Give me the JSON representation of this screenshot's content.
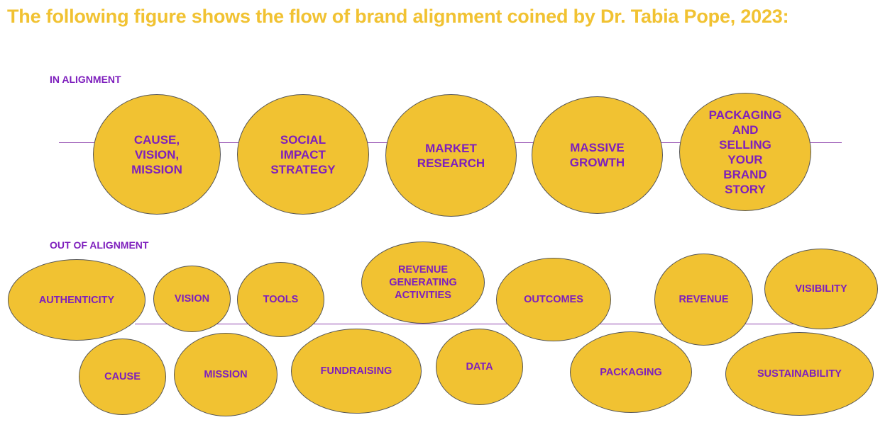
{
  "title": "The following figure shows the flow of brand alignment coined by Dr. Tabia Pope, 2023:",
  "colors": {
    "title": "#f1c232",
    "bubble_fill": "#f1c232",
    "bubble_text": "#7e1fbd",
    "connector_line": "#8e44ad",
    "section_label": "#7e1fbd"
  },
  "in_alignment": {
    "label": "IN ALIGNMENT",
    "steps": [
      "CAUSE,\nVISION,\nMISSION",
      "SOCIAL\nIMPACT\nSTRATEGY",
      "MARKET\nRESEARCH",
      "MASSIVE\nGROWTH",
      "PACKAGING\nAND\nSELLING\nYOUR\nBRAND\nSTORY"
    ]
  },
  "out_of_alignment": {
    "label": "OUT OF ALIGNMENT",
    "items": [
      "AUTHENTICITY",
      "VISION",
      "TOOLS",
      "REVENUE\nGENERATING\nACTIVITIES",
      "OUTCOMES",
      "REVENUE",
      "VISIBILITY",
      "CAUSE",
      "MISSION",
      "FUNDRAISING",
      "DATA",
      "PACKAGING",
      "SUSTAINABILITY"
    ]
  }
}
